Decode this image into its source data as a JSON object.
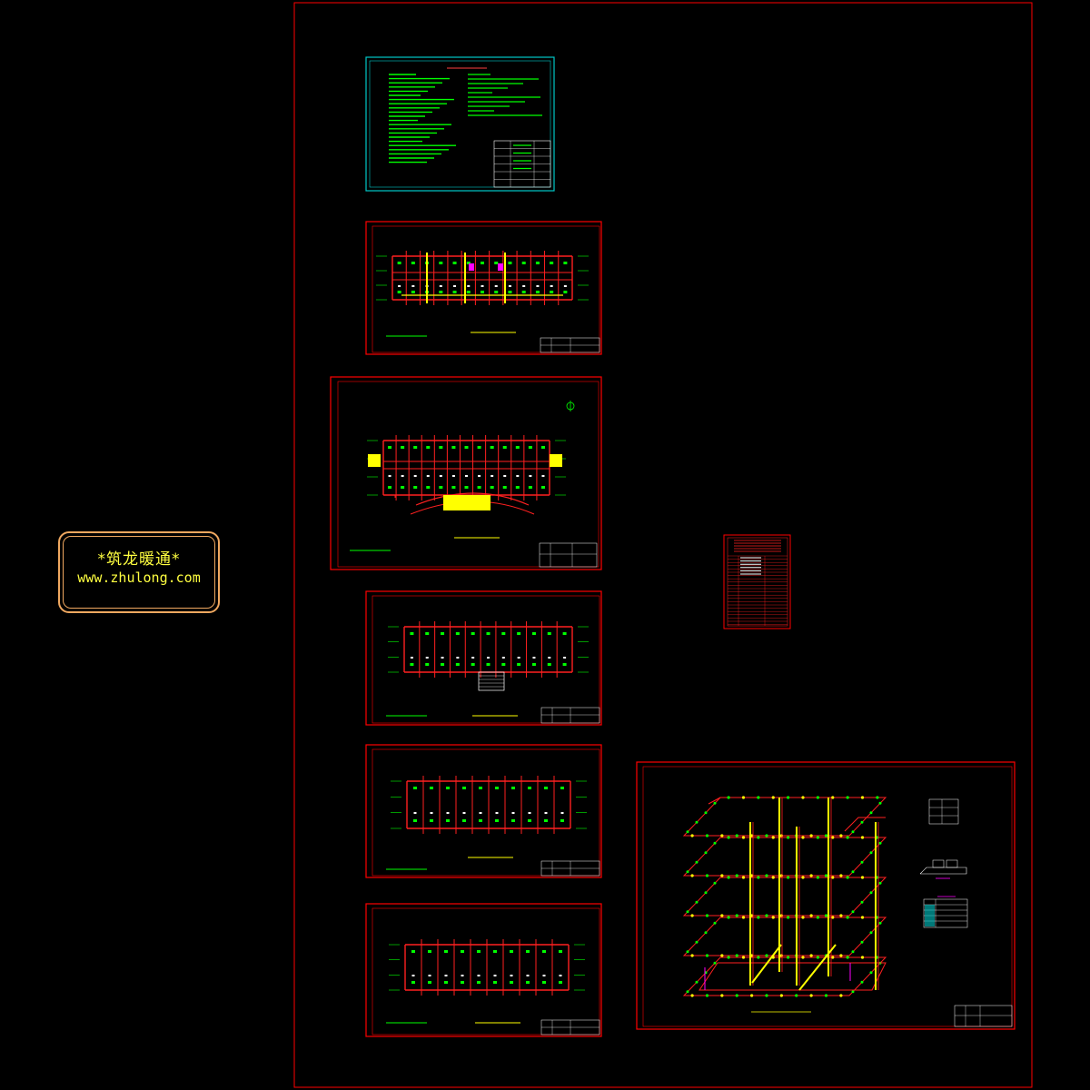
{
  "logo": {
    "title": "*筑龙暖通*",
    "url": "www.zhulong.com"
  },
  "colors": {
    "background": "#000000",
    "frame": "#ff0000",
    "notes_frame": "#00c8c8",
    "notes_text": "#00ff00",
    "wall": "#ff2020",
    "pipe_yellow": "#ffff00",
    "device_green": "#00ff00",
    "device_magenta": "#ff00ff",
    "logo_border": "#f0a860",
    "logo_text": "#ffff40"
  },
  "sheets": [
    {
      "id": "design-notes-sheet"
    },
    {
      "id": "floor-plan-sheet-1"
    },
    {
      "id": "ground-floor-plan-sheet"
    },
    {
      "id": "floor-plan-sheet-2"
    },
    {
      "id": "floor-plan-sheet-3"
    },
    {
      "id": "floor-plan-sheet-4"
    },
    {
      "id": "equipment-table-sheet"
    },
    {
      "id": "piping-isometric-sheet"
    }
  ]
}
